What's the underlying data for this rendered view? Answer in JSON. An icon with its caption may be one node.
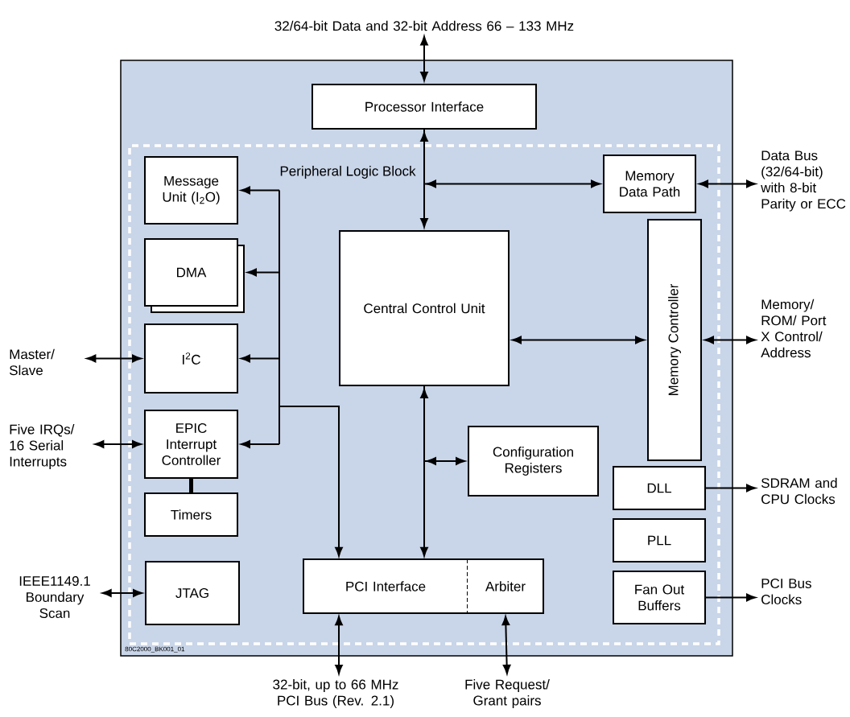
{
  "diagram": {
    "nodes": [
      {
        "text": [],
        "shape": "box"
      },
      {
        "text": [
          "Peripheral Logic Block"
        ],
        "in": 0
      },
      {
        "text": [
          "Processor Interface"
        ],
        "in": 0
      },
      {
        "text": [
          "Message Unit (I$_{2}$O)"
        ],
        "in": 1
      },
      {
        "text": [
          "DMA"
        ],
        "in": 1
      },
      {
        "text": [
          "I$^{2}$C"
        ],
        "in": 1
      },
      {
        "text": [
          "EPIC Interrupt Controller"
        ],
        "in": 1
      },
      {
        "text": [
          "Timers"
        ],
        "in": 1
      },
      {
        "text": [
          "JTAG"
        ],
        "in": 1
      },
      {
        "text": [
          "Central Control Unit"
        ],
        "in": 1
      },
      {
        "text": [
          "Memory Data Path"
        ],
        "in": 1
      },
      {
        "text": [
          "Memory Controller"
        ],
        "in": 1
      },
      {
        "text": [
          "Configuration Registers"
        ],
        "in": 1
      },
      {
        "text": [
          "DLL"
        ],
        "in": 1
      },
      {
        "text": [
          "PLL"
        ],
        "in": 1
      },
      {
        "text": [
          "Fan Out Buffers"
        ],
        "in": 1
      },
      {
        "text": [
          "PCI Interface"
        ],
        "in": 1
      },
      {
        "text": [
          "Arbiter"
        ],
        "in": 1
      },
      {
        "text": [
          "32/64-bit Data and 32-bit Address 66 – 133 MHz"
        ]
      },
      {
        "text": [
          "Data Bus (32/64-bit) with 8-bit Parity or ECC"
        ]
      },
      {
        "text": [
          "Memory/ ROM/ Port X Control/ Address"
        ]
      },
      {
        "text": [
          "SDRAM and CPU Clocks"
        ]
      },
      {
        "text": [
          "PCI Bus Clocks"
        ]
      },
      {
        "text": [
          "32-bit, up to 66 MHz PCI Bus (Rev. 2.1)"
        ]
      },
      {
        "text": [
          "Five Request/ Grant pairs"
        ]
      },
      {
        "text": [
          "Master/ Slave"
        ]
      },
      {
        "text": [
          "Five IRQs/ 16 Serial Interrupts"
        ]
      },
      {
        "text": [
          "IEEE1149.1 Boundary Scan"
        ]
      }
    ],
    "edges": [
      {
        "from": 18,
        "to": 2,
        "arrow": "both"
      },
      {
        "from": 2,
        "to": 9,
        "arrow": "both"
      },
      {
        "from": 2,
        "to": 10,
        "arrow": "both"
      },
      {
        "from": 10,
        "to": 19,
        "arrow": "both"
      },
      {
        "from": 9,
        "to": 11,
        "arrow": "both"
      },
      {
        "from": 11,
        "to": 20,
        "arrow": "both"
      },
      {
        "from": 13,
        "to": 21,
        "arrow": "to"
      },
      {
        "from": 15,
        "to": 22,
        "arrow": "to"
      },
      {
        "from": 9,
        "to": 16,
        "arrow": "both"
      },
      {
        "from": 12,
        "to": 9,
        "arrow": "both"
      },
      {
        "from": 16,
        "to": 3,
        "arrow": "both"
      },
      {
        "from": 16,
        "to": 4,
        "arrow": "both"
      },
      {
        "from": 16,
        "to": 5,
        "arrow": "both"
      },
      {
        "from": 16,
        "to": 6,
        "arrow": "both"
      },
      {
        "from": 6,
        "to": 7,
        "arrow": "none",
        "style": "thick"
      },
      {
        "from": 25,
        "to": 5,
        "arrow": "both"
      },
      {
        "from": 26,
        "to": 6,
        "arrow": "both"
      },
      {
        "from": 27,
        "to": 8,
        "arrow": "both"
      },
      {
        "from": 16,
        "to": 23,
        "arrow": "both"
      },
      {
        "from": 17,
        "to": 24,
        "arrow": "both"
      }
    ],
    "labels": [
      "80C2000_BK001_01"
    ]
  }
}
